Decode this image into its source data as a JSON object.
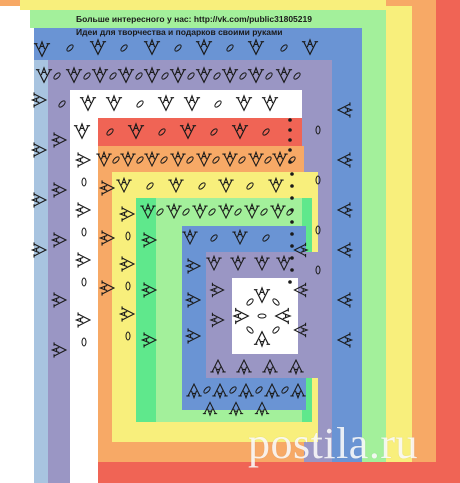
{
  "header": {
    "line1": "Больше интересного у нас: http://vk.com/public31805219",
    "line2": "Идеи для творчества и подарков своими руками"
  },
  "watermark": {
    "text": "postila.ru"
  },
  "colors": {
    "red": "#f06455",
    "orange": "#f7a966",
    "yellow": "#f8ef7c",
    "lightgreen": "#a3f09b",
    "green": "#5fe88c",
    "blue": "#6a94d4",
    "lavender": "#9a96c4",
    "lightblue": "#a8c4e0",
    "white": "#ffffff",
    "ink": "#1a1a1a"
  },
  "diagram": {
    "subject": "crochet spiral square chart",
    "symbols": [
      "double-crochet-cluster",
      "chain-stitch",
      "slip-stitch"
    ]
  }
}
